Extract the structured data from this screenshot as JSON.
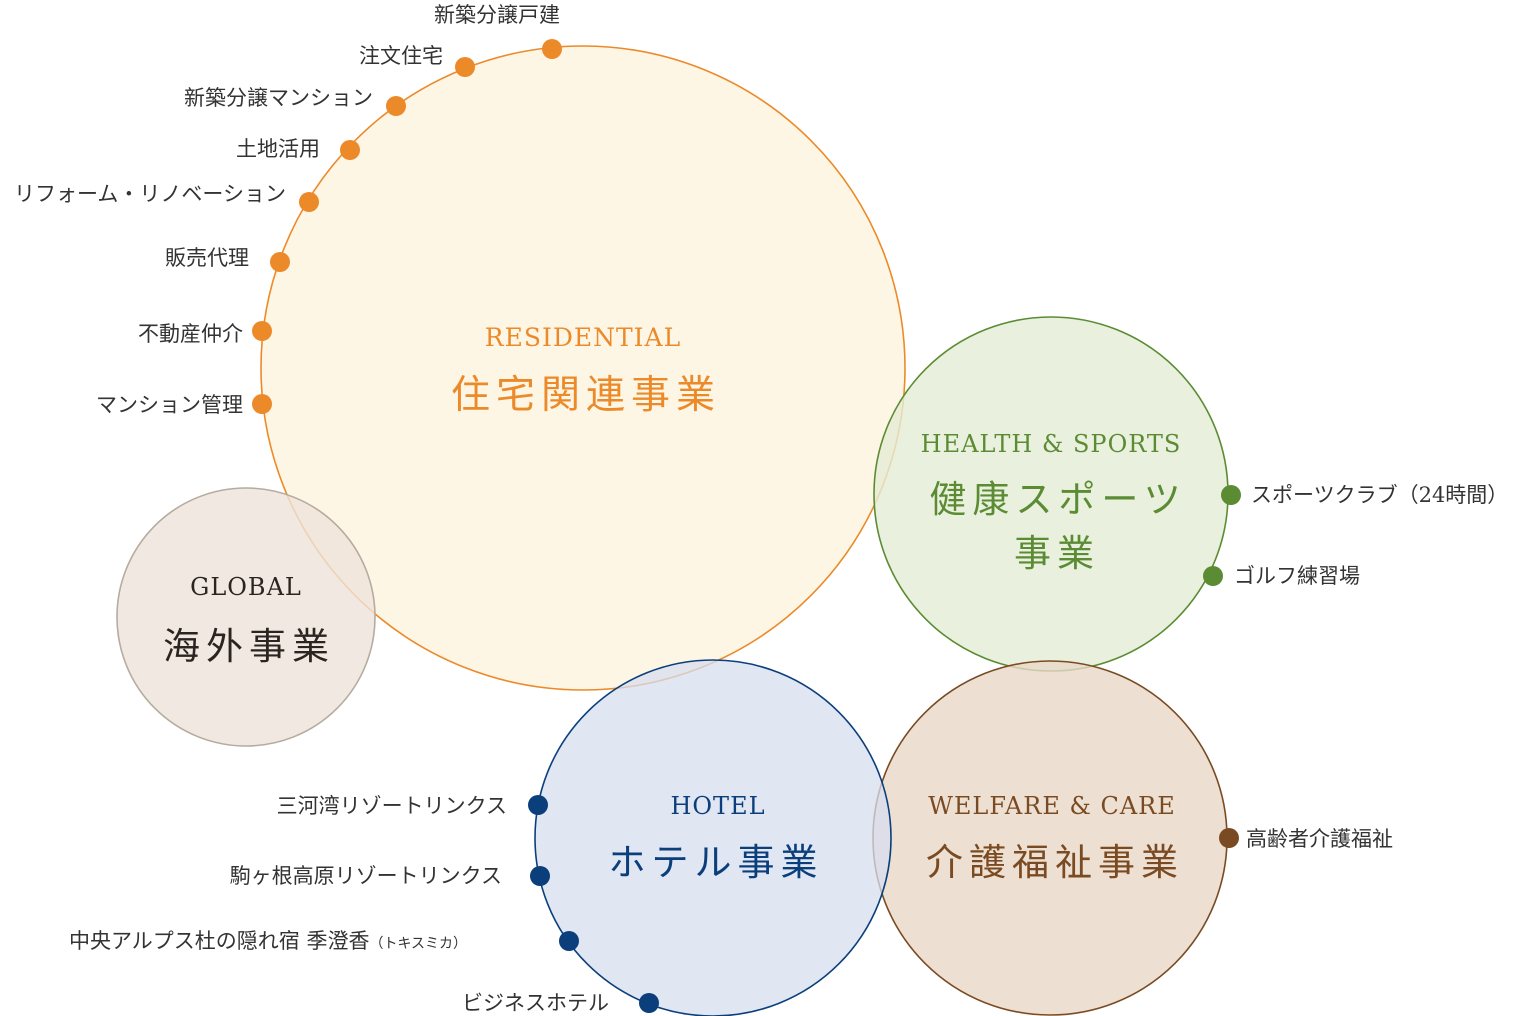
{
  "colors": {
    "residential": "#ec8a2a",
    "residential_fill": "#fdf4e1",
    "health": "#5b8c33",
    "health_fill": "#e5ecd6",
    "welfare": "#7a4b22",
    "welfare_fill": "#e8d8c8",
    "hotel": "#0b3f7c",
    "hotel_fill": "#d7deef",
    "global_stroke": "#b5ab9f",
    "global_fill": "#ede4da",
    "global_text": "#2b2420",
    "label": "#333333"
  },
  "circles": {
    "residential": {
      "title_en": "RESIDENTIAL",
      "title_ja": "住宅関連事業"
    },
    "health": {
      "title_en": "HEALTH & SPORTS",
      "title_ja_line1": "健康スポーツ",
      "title_ja_line2": "事業"
    },
    "global": {
      "title_en": "GLOBAL",
      "title_ja": "海外事業"
    },
    "hotel": {
      "title_en": "HOTEL",
      "title_ja": "ホテル事業"
    },
    "welfare": {
      "title_en": "WELFARE & CARE",
      "title_ja": "介護福祉事業"
    }
  },
  "items": {
    "residential": [
      "新築分譲戸建",
      "注文住宅",
      "新築分譲マンション",
      "土地活用",
      "リフォーム・リノベーション",
      "販売代理",
      "不動産仲介",
      "マンション管理"
    ],
    "health": [
      "スポーツクラブ（24時間）",
      "ゴルフ練習場"
    ],
    "welfare": [
      "高齢者介護福祉"
    ],
    "hotel": [
      "三河湾リゾートリンクス",
      "駒ヶ根高原リゾートリンクス",
      "中央アルプス杜の隠れ宿 季澄香",
      "ビジネスホテル"
    ],
    "hotel_note": "（トキスミカ）"
  }
}
